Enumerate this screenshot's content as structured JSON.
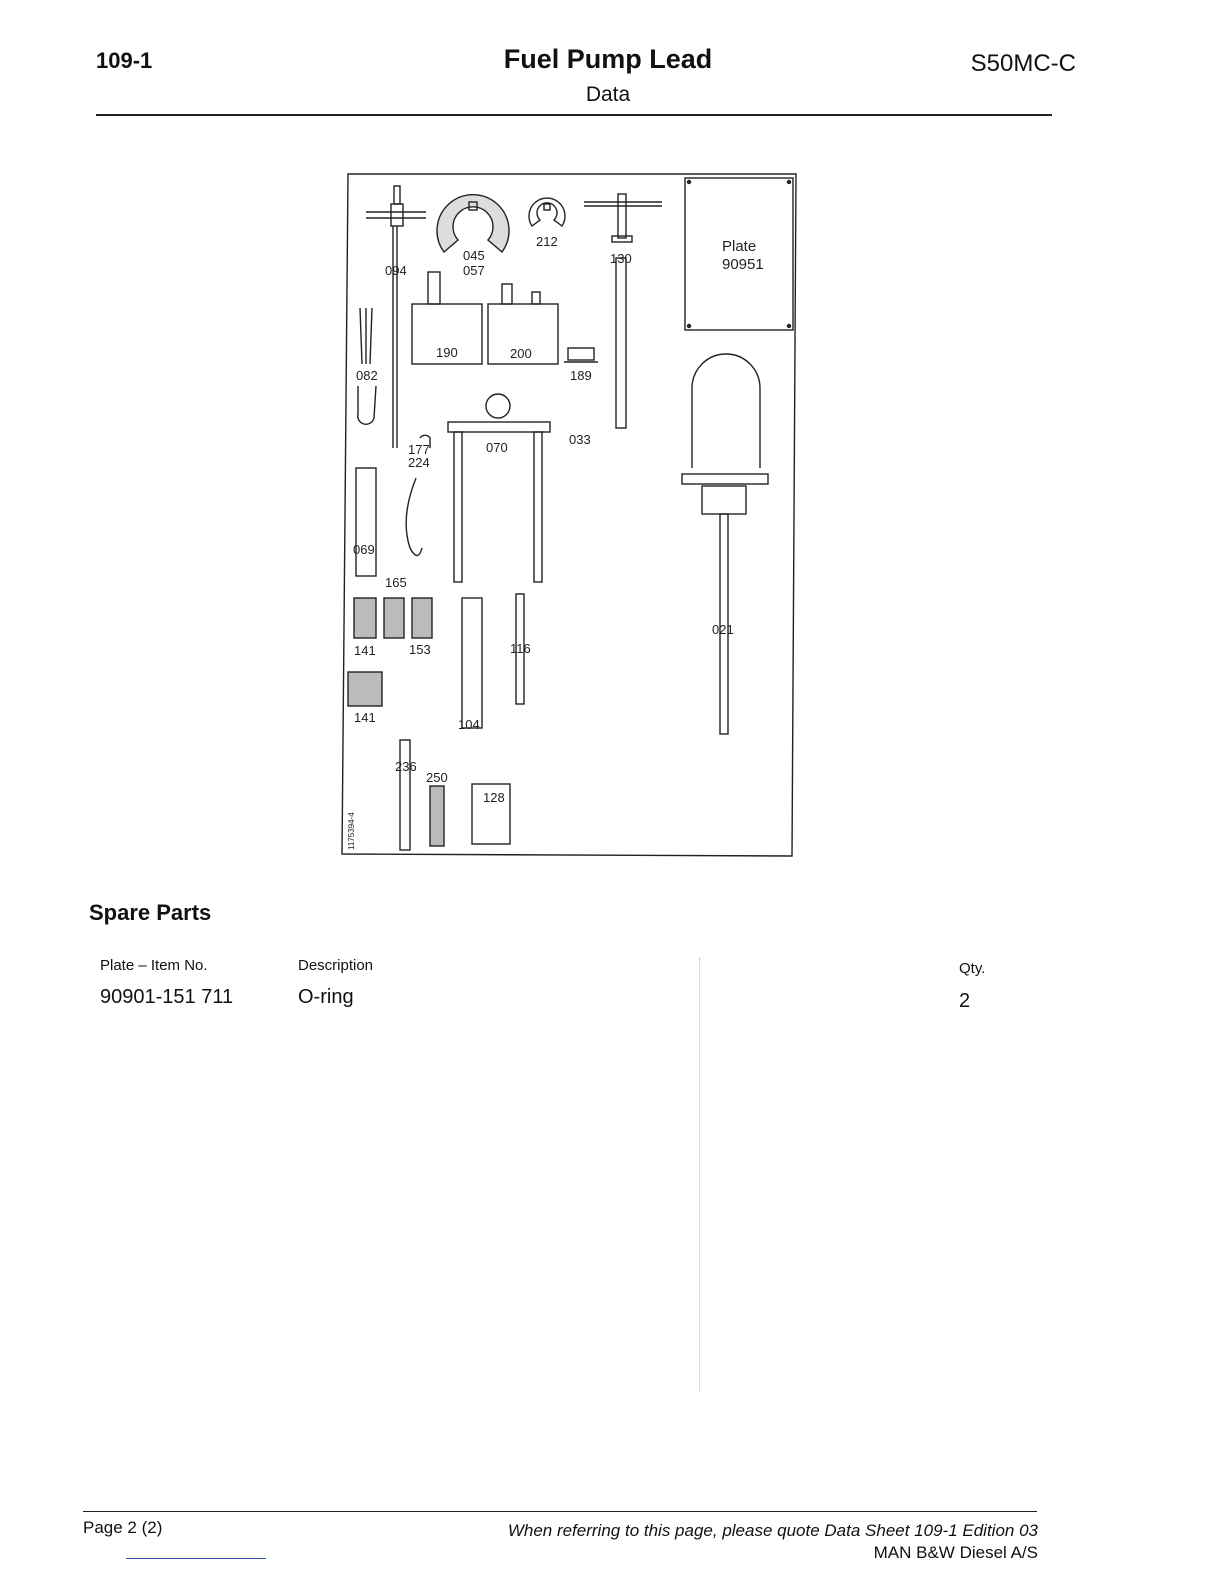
{
  "header": {
    "sheet_no": "109-1",
    "title": "Fuel Pump Lead",
    "engine": "S50MC-C",
    "subtitle": "Data"
  },
  "drawing": {
    "plate_label": "Plate",
    "plate_no": "90951",
    "drawing_code": "1175394-4",
    "item_labels": {
      "i094": "094",
      "i045": "045",
      "i057": "057",
      "i212": "212",
      "i130": "130",
      "i190": "190",
      "i200": "200",
      "i189": "189",
      "i082": "082",
      "i177": "177",
      "i224": "224",
      "i070": "070",
      "i033": "033",
      "i069": "069",
      "i165": "165",
      "i141a": "141",
      "i153": "153",
      "i116": "116",
      "i021": "021",
      "i141b": "141",
      "i104": "104",
      "i236": "236",
      "i250": "250",
      "i128": "128"
    }
  },
  "spare_parts": {
    "heading": "Spare Parts",
    "columns": {
      "item": "Plate – Item No.",
      "description": "Description",
      "qty": "Qty."
    },
    "rows": [
      {
        "item": "90901-151 711",
        "description": "O-ring",
        "qty": "2"
      }
    ]
  },
  "footer": {
    "page": "Page 2 (2)",
    "note": "When referring to this page, please quote Data Sheet 109-1 Edition 03",
    "company": "MAN B&W Diesel A/S"
  }
}
